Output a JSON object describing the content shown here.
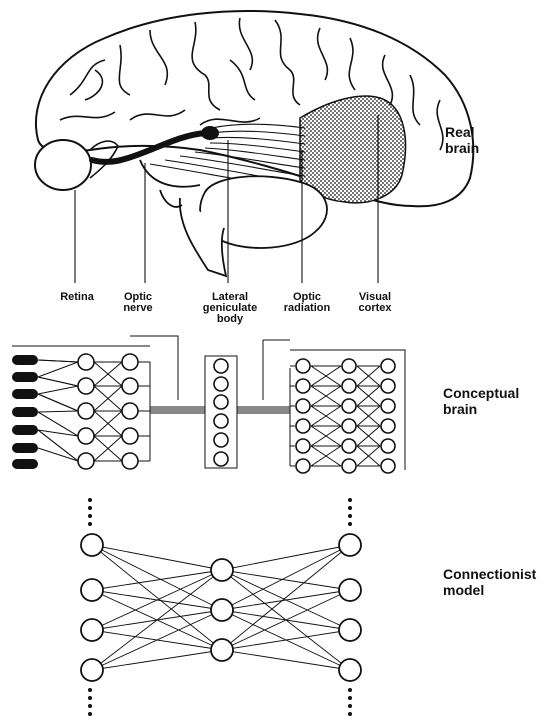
{
  "section_labels": {
    "real_brain": "Real\nbrain",
    "conceptual_brain": "Conceptual\nbrain",
    "connectionist_model": "Connectionist\nmodel"
  },
  "part_labels": {
    "retina": "Retina",
    "optic_nerve": "Optic\nnerve",
    "lateral_geniculate_body": "Lateral\ngeniculate\nbody",
    "optic_radiation": "Optic\nradiation",
    "visual_cortex": "Visual\ncortex"
  },
  "colors": {
    "ink": "#111111",
    "background": "#ffffff"
  }
}
